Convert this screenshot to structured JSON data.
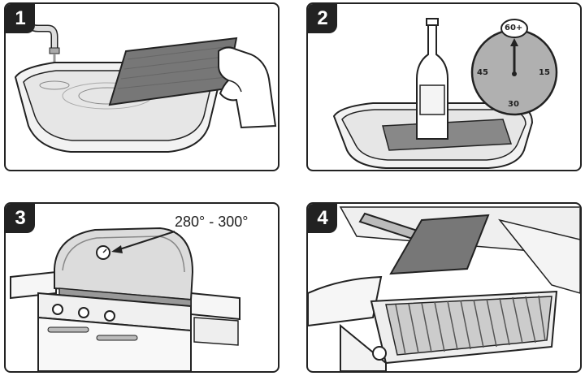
{
  "steps": [
    {
      "number": "1"
    },
    {
      "number": "2"
    },
    {
      "number": "3",
      "temperature": "280° - 300°"
    },
    {
      "number": "4"
    }
  ],
  "timer": {
    "top": "60+",
    "right": "15",
    "bottom": "30",
    "left": "45"
  },
  "colors": {
    "outline": "#222222",
    "plank": "#777777",
    "water": "#e6e6e6",
    "lid": "#dcdcdc"
  },
  "icons": [
    "faucet-icon",
    "hand-icon",
    "wine-bottle-icon",
    "timer-icon",
    "thermometer-icon",
    "tongs-icon"
  ]
}
